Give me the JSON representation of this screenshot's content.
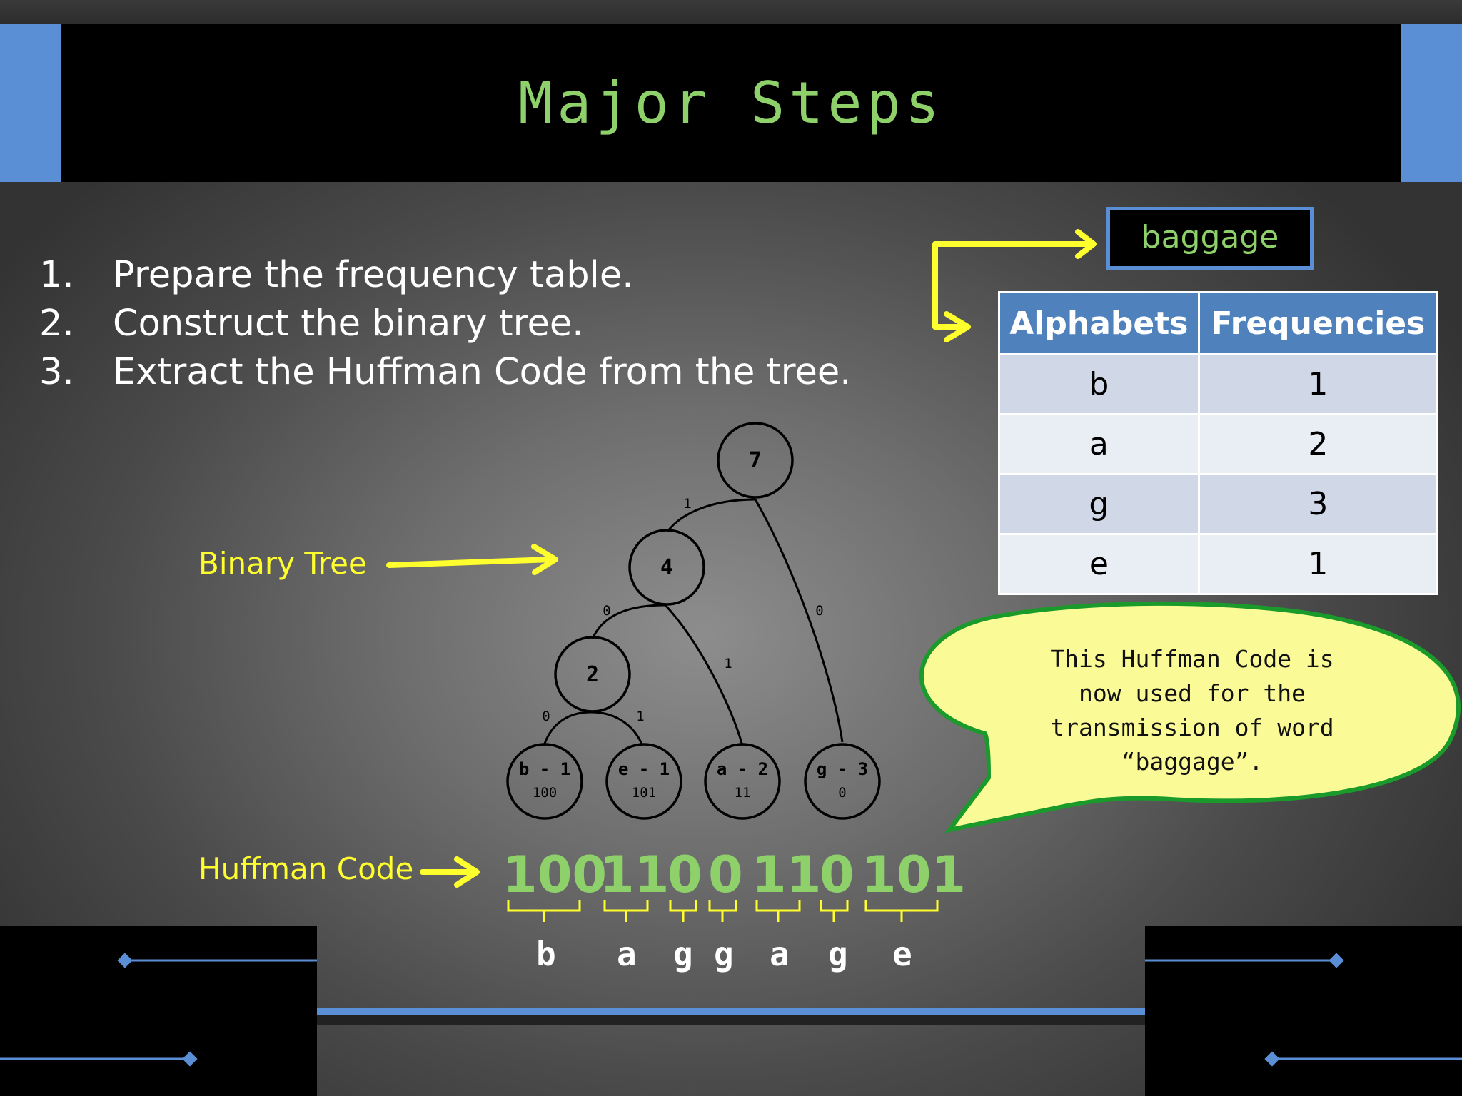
{
  "title": "Major Steps",
  "steps": [
    {
      "num": "1.",
      "text": "Prepare the frequency table."
    },
    {
      "num": "2.",
      "text": "Construct the binary tree."
    },
    {
      "num": "3.",
      "text": "Extract the Huffman Code from the tree."
    }
  ],
  "word": "baggage",
  "table": {
    "headers": [
      "Alphabets",
      "Frequencies"
    ],
    "rows": [
      {
        "alphabet": "b",
        "frequency": "1"
      },
      {
        "alphabet": "a",
        "frequency": "2"
      },
      {
        "alphabet": "g",
        "frequency": "3"
      },
      {
        "alphabet": "e",
        "frequency": "1"
      }
    ]
  },
  "labels": {
    "binary_tree": "Binary Tree",
    "huffman_code": "Huffman Code"
  },
  "callout": {
    "lines": [
      "This Huffman Code is",
      "now used for the",
      "transmission of word",
      "“baggage”."
    ]
  },
  "tree": {
    "nodes": {
      "root": "7",
      "n4": "4",
      "n2": "2",
      "b": {
        "label": "b - 1",
        "code": "100"
      },
      "e": {
        "label": "e - 1",
        "code": "101"
      },
      "a": {
        "label": "a - 2",
        "code": "11"
      },
      "g": {
        "label": "g - 3",
        "code": "0"
      }
    },
    "edges": {
      "root_n4": "1",
      "root_g": "0",
      "n4_n2": "0",
      "n4_a": "1",
      "n2_b": "0",
      "n2_e": "1"
    }
  },
  "encoding": [
    {
      "code": "100",
      "letter": "b"
    },
    {
      "code": "11",
      "letter": "a"
    },
    {
      "code": "0",
      "letter": "g"
    },
    {
      "code": "0",
      "letter": "g"
    },
    {
      "code": "11",
      "letter": "a"
    },
    {
      "code": "0",
      "letter": "g"
    },
    {
      "code": "101",
      "letter": "e"
    }
  ],
  "colors": {
    "accent_green": "#8ed16a",
    "accent_blue": "#5a8fd6",
    "arrow_yellow": "#ffff2e",
    "bubble_fill": "#fafa96",
    "bubble_border": "#1a9a2a"
  }
}
